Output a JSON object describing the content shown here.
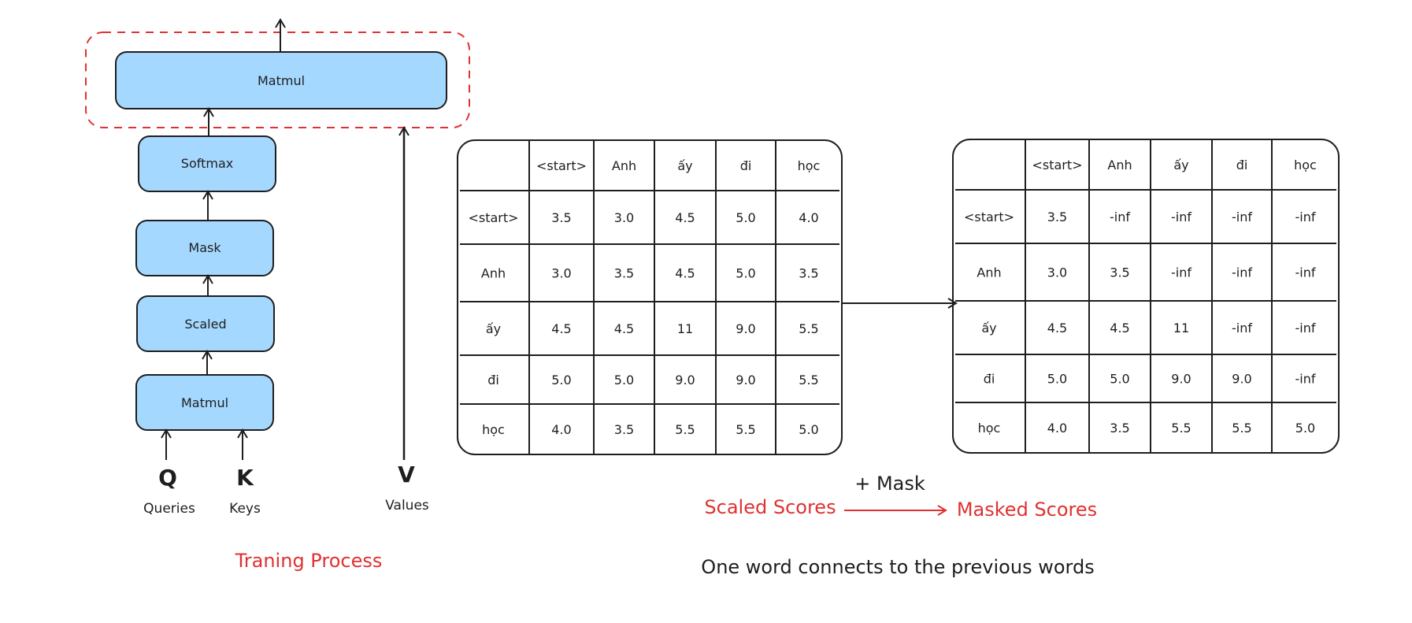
{
  "pipeline": {
    "boxes": [
      {
        "id": "matmul-top",
        "label": "Matmul"
      },
      {
        "id": "softmax",
        "label": "Softmax"
      },
      {
        "id": "mask",
        "label": "Mask"
      },
      {
        "id": "scaled",
        "label": "Scaled"
      },
      {
        "id": "matmul-bottom",
        "label": "Matmul"
      }
    ],
    "inputs": {
      "q_letter": "Q",
      "q_label": "Queries",
      "k_letter": "K",
      "k_label": "Keys",
      "v_letter": "V",
      "v_label": "Values"
    },
    "caption": "Traning Process"
  },
  "tables": {
    "header": [
      "<start>",
      "Anh",
      "ấy",
      "đi",
      "học"
    ],
    "scaled": [
      [
        "3.5",
        "3.0",
        "4.5",
        "5.0",
        "4.0"
      ],
      [
        "3.0",
        "3.5",
        "4.5",
        "5.0",
        "3.5"
      ],
      [
        "4.5",
        "4.5",
        "11",
        "9.0",
        "5.5"
      ],
      [
        "5.0",
        "5.0",
        "9.0",
        "9.0",
        "5.5"
      ],
      [
        "4.0",
        "3.5",
        "5.5",
        "5.5",
        "5.0"
      ]
    ],
    "masked": [
      [
        "3.5",
        "-inf",
        "-inf",
        "-inf",
        "-inf"
      ],
      [
        "3.0",
        "3.5",
        "-inf",
        "-inf",
        "-inf"
      ],
      [
        "4.5",
        "4.5",
        "11",
        "-inf",
        "-inf"
      ],
      [
        "5.0",
        "5.0",
        "9.0",
        "9.0",
        "-inf"
      ],
      [
        "4.0",
        "3.5",
        "5.5",
        "5.5",
        "5.0"
      ]
    ]
  },
  "legend": {
    "plus_mask": "+ Mask",
    "scaled_scores": "Scaled Scores",
    "masked_scores": "Masked Scores",
    "caption": "One word connects to the previous words"
  },
  "colors": {
    "box_fill": "#a5d8ff",
    "stroke": "#1e1e1e",
    "accent_red": "#e03131"
  }
}
